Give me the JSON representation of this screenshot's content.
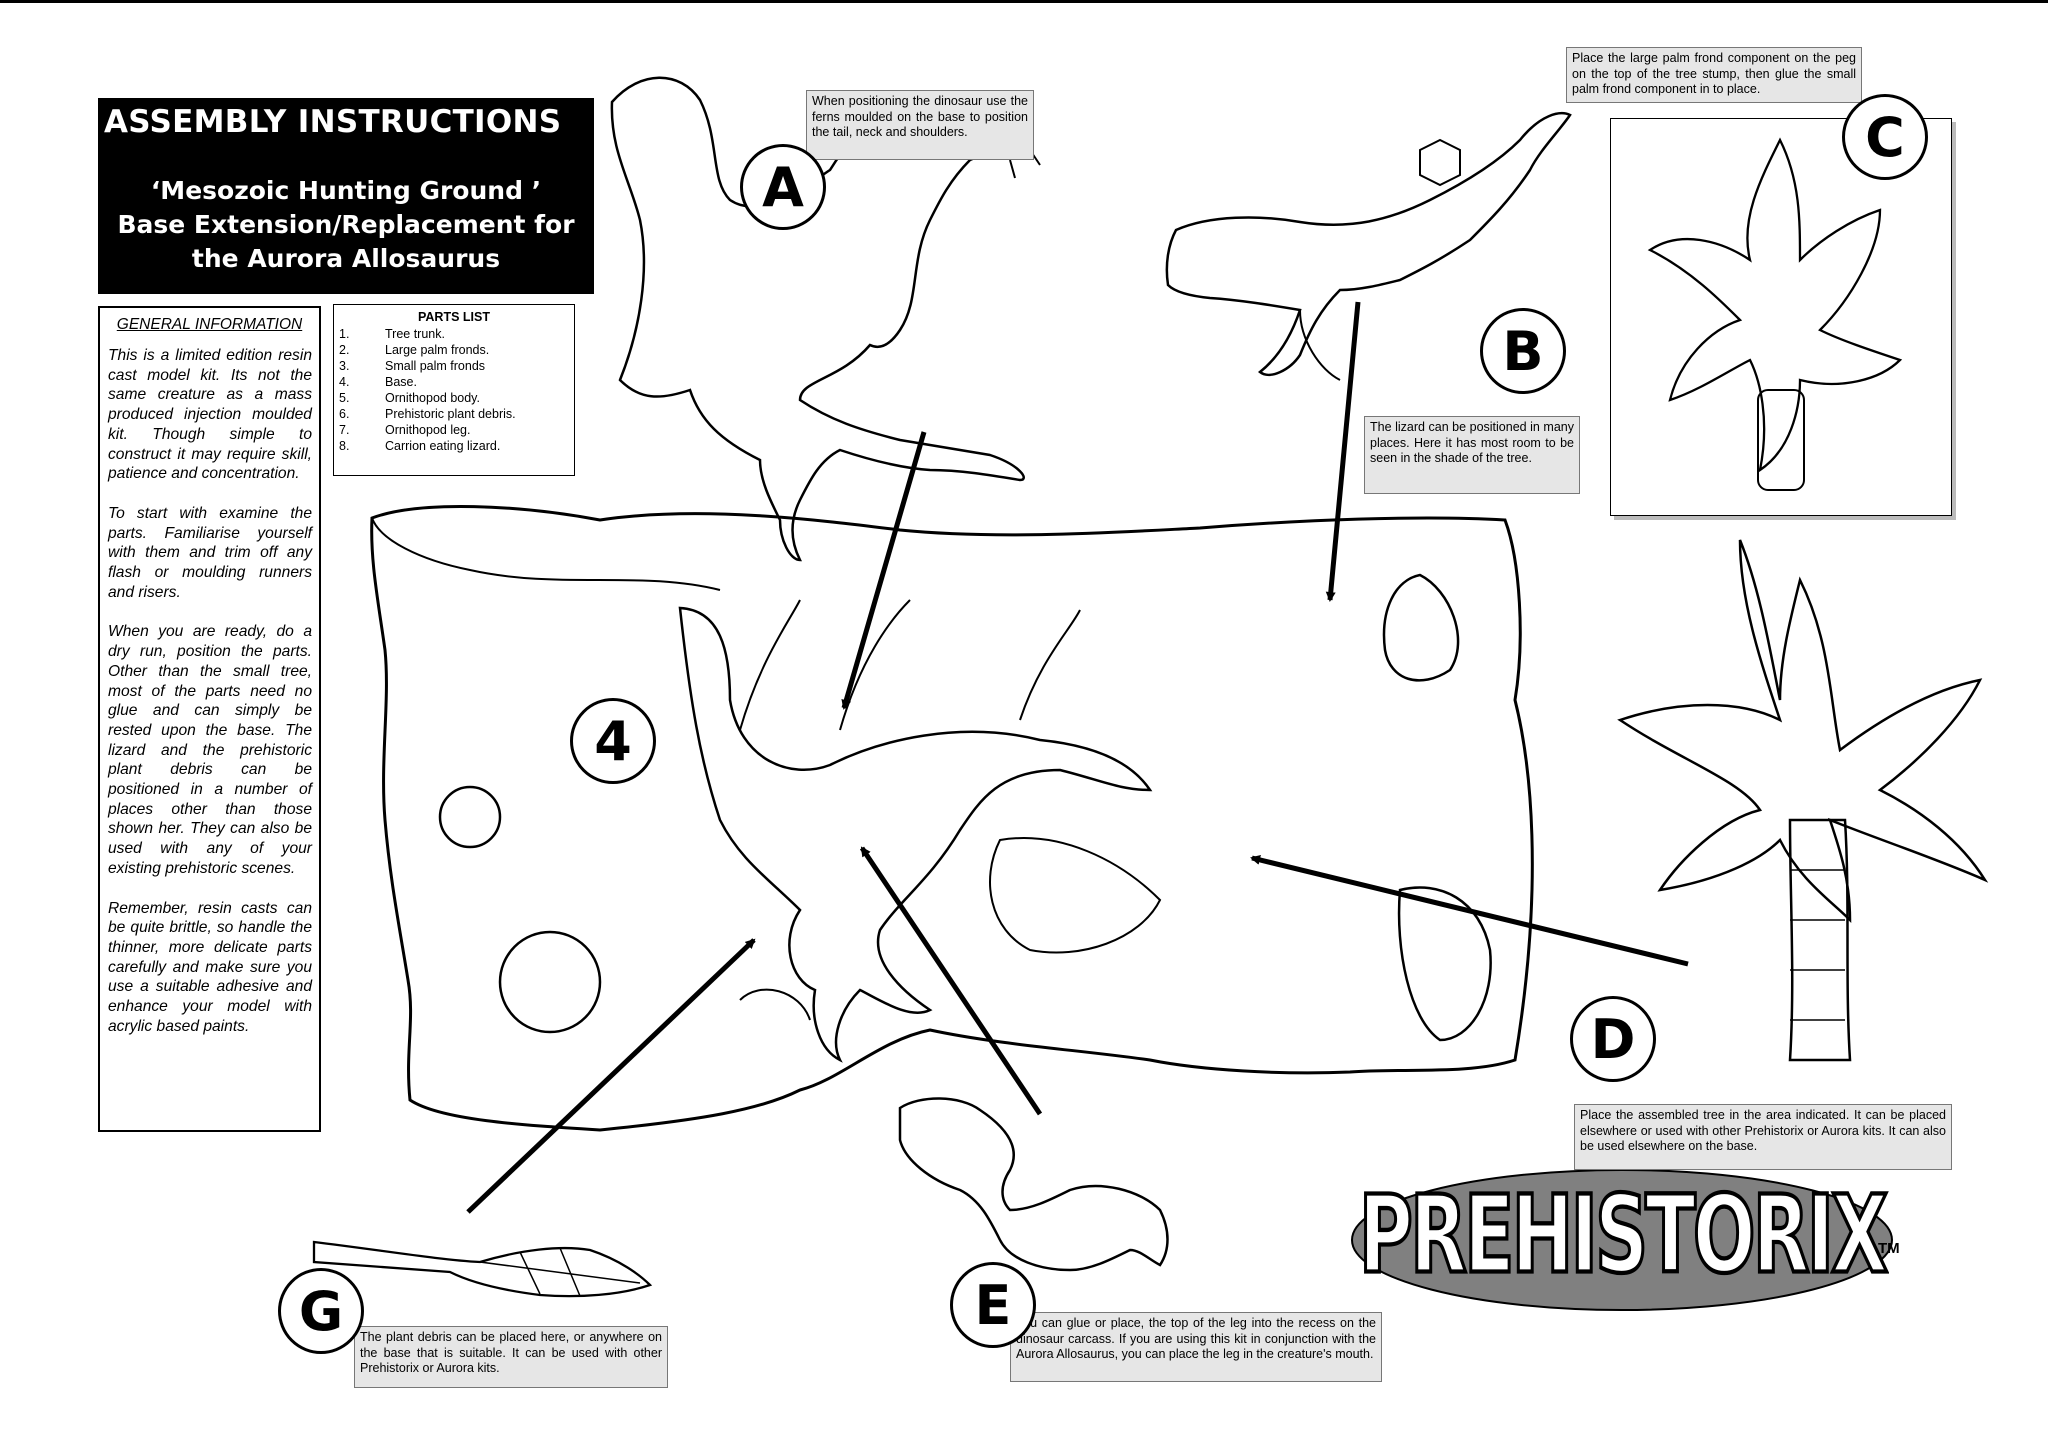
{
  "title": {
    "main": "ASSEMBLY INSTRUCTIONS",
    "sub_line1": "‘Mesozoic Hunting Ground ’",
    "sub_line2": "Base Extension/Replacement for",
    "sub_line3": "the Aurora Allosaurus"
  },
  "general_information": {
    "heading": "GENERAL INFORMATION",
    "paragraphs": [
      "This is a limited edition resin cast model kit. Its not the same creature as a mass produced injection moulded kit. Though simple to construct it may require skill, patience and concentration.",
      "To start with examine the parts. Familiarise yourself with them and trim off any flash or moulding runners and risers.",
      "When you are ready, do a dry run, position the parts. Other than the small tree, most of the parts need no glue and can simply be rested upon the base. The lizard and the prehistoric plant debris can be positioned in a number of places other than those shown her. They can also be used with any of your existing prehistoric scenes.",
      "Remember, resin casts can be quite brittle, so handle the thinner, more delicate parts carefully and make sure you use a suitable adhesive and enhance your model with acrylic based paints."
    ]
  },
  "parts_list": {
    "heading": "PARTS LIST",
    "items": [
      {
        "num": "1.",
        "label": "Tree trunk."
      },
      {
        "num": "2.",
        "label": "Large palm fronds."
      },
      {
        "num": "3.",
        "label": "Small palm fronds"
      },
      {
        "num": "4.",
        "label": "Base."
      },
      {
        "num": "5.",
        "label": "Ornithopod body."
      },
      {
        "num": "6.",
        "label": "Prehistoric plant debris."
      },
      {
        "num": "7.",
        "label": "Ornithopod leg."
      },
      {
        "num": "8.",
        "label": "Carrion eating lizard."
      }
    ]
  },
  "captions": {
    "a": "When positioning the dinosaur use the ferns moulded on the base to position the tail, neck and shoulders.",
    "b": "The lizard can be positioned in many places. Here it has most room to be seen in the shade of the tree.",
    "c": "Place the large palm frond component on the peg on the top of the tree stump, then glue the small palm frond component in to place.",
    "d": "Place the assembled tree in the area indicated. It can be placed elsewhere or used with other Prehistorix or Aurora kits. It can also be used elsewhere on the base.",
    "e": "You can glue or place, the top of the leg into the recess on the dinosaur carcass. If you are using this kit in conjunction with the Aurora Allosaurus, you can place the leg in the creature's mouth.",
    "g": "The plant debris can be placed here, or anywhere on the base that is suitable. It can be used with other Prehistorix or Aurora kits."
  },
  "markers": {
    "a": "A",
    "b": "B",
    "c": "C",
    "d": "D",
    "e": "E",
    "g": "G",
    "base": "4"
  },
  "logo": {
    "text": "PREHISTORIX",
    "tm": "TM"
  },
  "icons": [
    "dinosaur-illustration",
    "lizard-illustration",
    "palm-tree-illustration",
    "base-illustration",
    "leg-illustration",
    "plant-debris-illustration",
    "arrow-icon"
  ]
}
